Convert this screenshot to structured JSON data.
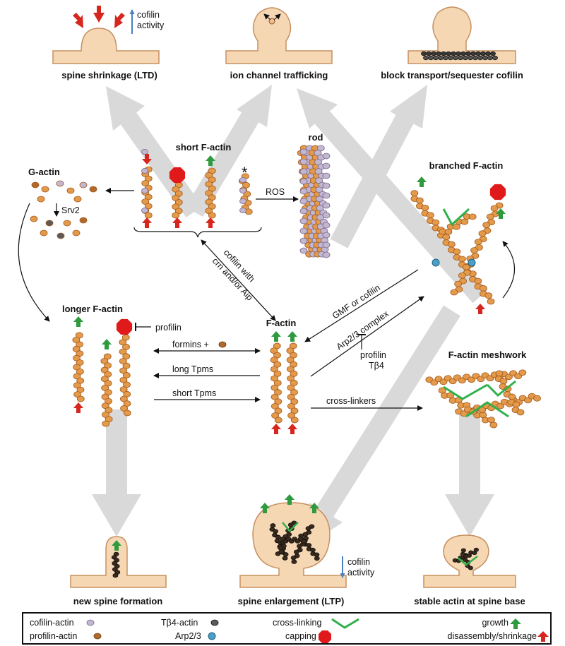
{
  "colors": {
    "actin": "#e39a4a",
    "actin_edge": "#a4581c",
    "cofilin": "#c2b6d0",
    "profilin": "#b06a2e",
    "tb4": "#5b5b5b",
    "arp23": "#49a1c8",
    "growth": "#2e9b3f",
    "shrink": "#d7261e",
    "capping": "#e01a1a",
    "crosslink": "#2fb04a",
    "membrane": "#f6d7b4",
    "membrane_edge": "#c79060",
    "big_arrow": "#d9d9d9",
    "cofilin_arrow": "#4a7fbd"
  },
  "outcomes": {
    "spine_shrinkage": "spine shrinkage (LTD)",
    "cofilin_up": "cofilin",
    "cofilin_up_2": "activity",
    "ion_channel": "ion channel trafficking",
    "block_transport": "block transport/sequester cofilin",
    "new_spine": "new spine formation",
    "spine_enlargement": "spine enlargement (LTP)",
    "cofilin_down": "cofilin",
    "cofilin_down_2": "activity",
    "stable_actin": "stable actin at spine base"
  },
  "nodes": {
    "g_actin": "G-actin",
    "srv2": "Srv2",
    "short_factin": "short F-actin",
    "asterisk": "*",
    "rod": "rod",
    "ros": "ROS",
    "branched": "branched F-actin",
    "longer": "longer F-actin",
    "profilin": "profilin",
    "factin": "F-actin",
    "meshwork": "F-actin meshwork"
  },
  "edges": {
    "cofilin_with_1": "cofilin with",
    "cofilin_with_2": "crn and/or Aip",
    "formins": "formins +",
    "long_tpms": "long Tpms",
    "short_tpms": "short Tpms",
    "crosslinkers": "cross-linkers",
    "gmf": "GMF or cofilin",
    "arp_complex": "Arp2/3 complex",
    "profilin_inh": "profilin",
    "tb4_inh": "Tβ4"
  },
  "legend": {
    "cofilin_actin": "cofilin-actin",
    "profilin_actin": "profilin-actin",
    "tb4_actin": "Tβ4-actin",
    "arp23": "Arp2/3",
    "crosslinking": "cross-linking",
    "capping": "capping",
    "growth": "growth",
    "disassembly": "disassembly/shrinkage"
  }
}
